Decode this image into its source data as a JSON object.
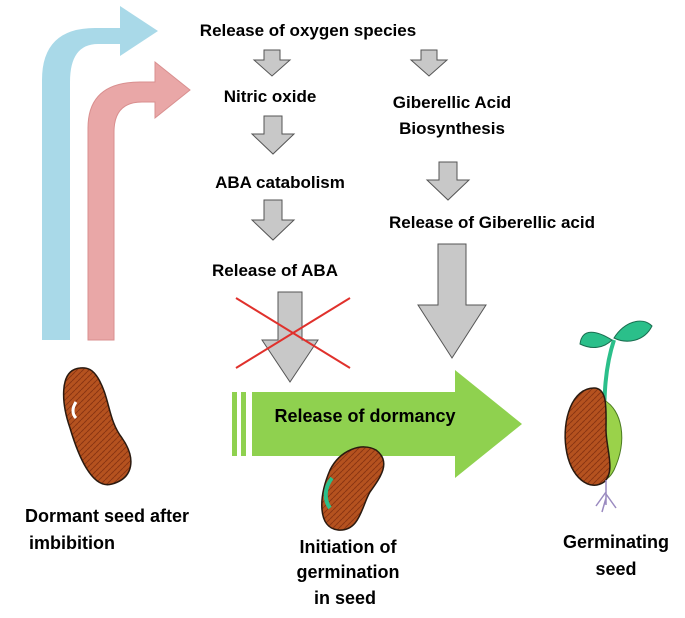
{
  "nodes": {
    "ros": "Release of oxygen species",
    "no": "Nitric oxide",
    "ga_bio_1": "Giberellic Acid",
    "ga_bio_2": "Biosynthesis",
    "aba_cat": "ABA catabolism",
    "ga_rel": "Release of Giberellic acid",
    "aba_rel": "Release of ABA",
    "dormancy": "Release of dormancy"
  },
  "captions": {
    "dormant_1": "Dormant seed after",
    "dormant_2": "imbibition",
    "init_1": "Initiation of",
    "init_2": "germination",
    "init_3": "in seed",
    "germ_1": "Germinating",
    "germ_2": "seed"
  },
  "colors": {
    "blue_arrow": "#a9d9e8",
    "red_arrow": "#e9a7a7",
    "grey_arrow": "#c8c8c8",
    "green_arrow": "#8fd14f",
    "seed": "#b5521f",
    "cross": "#e0312c",
    "sprout": "#2bbf8a"
  }
}
